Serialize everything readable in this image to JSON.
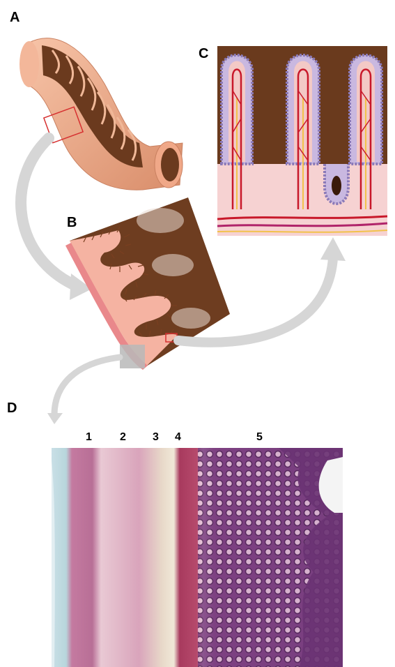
{
  "panels": {
    "a": {
      "label": "A"
    },
    "b": {
      "label": "B"
    },
    "c": {
      "label": "C"
    },
    "d": {
      "label": "D"
    }
  },
  "layers": {
    "labels": [
      "1",
      "2",
      "3",
      "4",
      "5"
    ]
  },
  "colors": {
    "lumen_brown": "#6b3a1e",
    "tissue_pink": "#f2b49a",
    "mucosa_pink": "#f6c9bd",
    "villus_epithelium": "#b6a9d8",
    "artery_red": "#c8182a",
    "lacteal_yellow": "#f2c24a",
    "arrow_gray": "#d9d9d9",
    "histology_purple": "#8a4a86",
    "histology_pink": "#d98aa6"
  }
}
